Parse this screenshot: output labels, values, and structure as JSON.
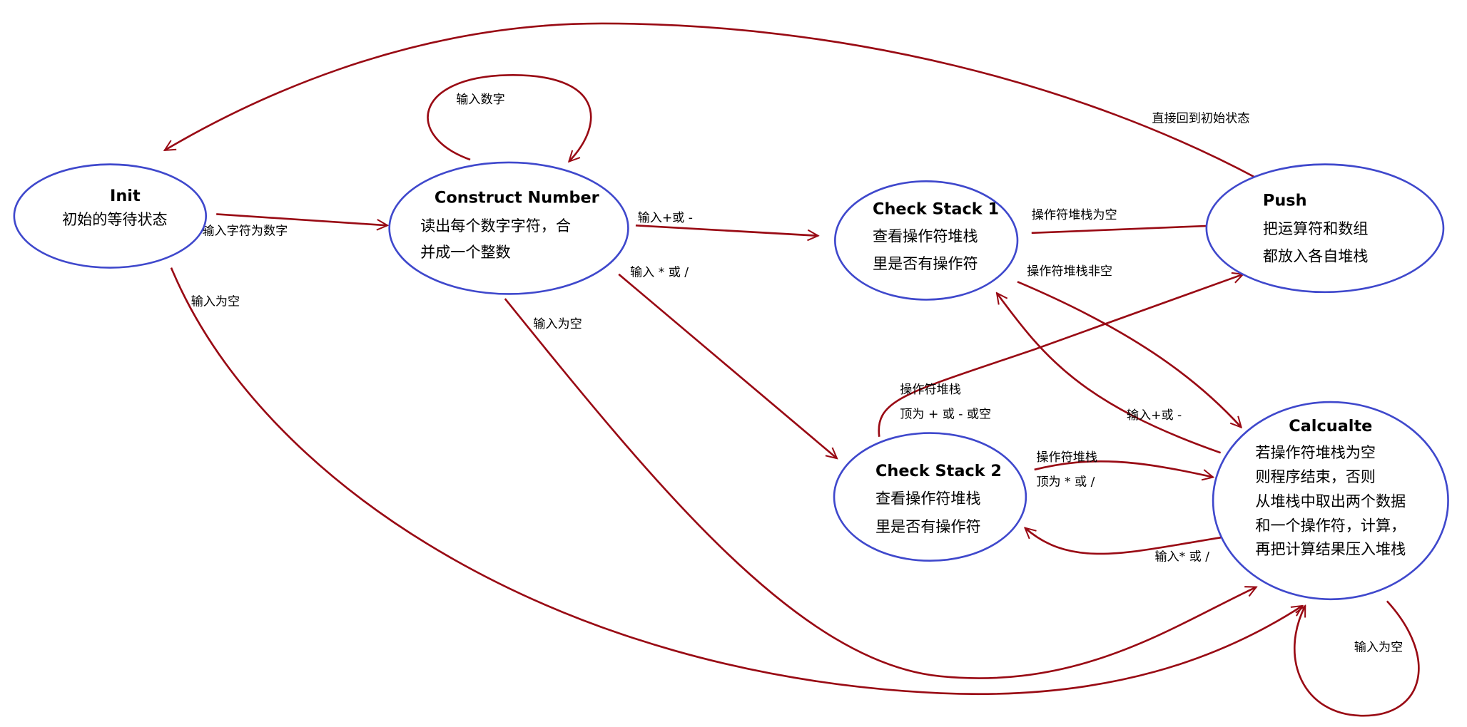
{
  "colors": {
    "node_stroke": "#3f48cc",
    "edge": "#990a14"
  },
  "nodes": {
    "init": {
      "title": "Init",
      "lines": [
        "初始的等待状态"
      ]
    },
    "construct": {
      "title": "Construct Number",
      "lines": [
        "读出每个数字字符，合",
        "并成一个整数"
      ]
    },
    "check1": {
      "title": "Check Stack 1",
      "lines": [
        "查看操作符堆栈",
        "里是否有操作符"
      ]
    },
    "push": {
      "title": "Push",
      "lines": [
        "把运算符和数组",
        "都放入各自堆栈"
      ]
    },
    "check2": {
      "title": "Check Stack 2",
      "lines": [
        "查看操作符堆栈",
        "里是否有操作符"
      ]
    },
    "calc": {
      "title": "Calcualte",
      "lines": [
        "若操作符堆栈为空",
        "则程序结束，否则",
        "从堆栈中取出两个数据",
        "和一个操作符，计算，",
        "再把计算结果压入堆栈"
      ]
    }
  },
  "edges": {
    "push_init": "直接回到初始状态",
    "construct_self": "输入数字",
    "init_construct": "输入字符为数字",
    "construct_check1": "输入+或 -",
    "construct_check2": "输入 * 或 /",
    "init_calc": "输入为空",
    "construct_calc": "输入为空",
    "check1_push": "操作符堆栈为空",
    "check1_calc": "操作符堆栈非空",
    "calc_check1": "输入+或 -",
    "check2_push": [
      "操作符堆栈",
      "顶为 + 或 - 或空"
    ],
    "check2_calc": [
      "操作符堆栈",
      "顶为 * 或 /"
    ],
    "calc_check2": "输入* 或 /",
    "calc_self": "输入为空"
  }
}
